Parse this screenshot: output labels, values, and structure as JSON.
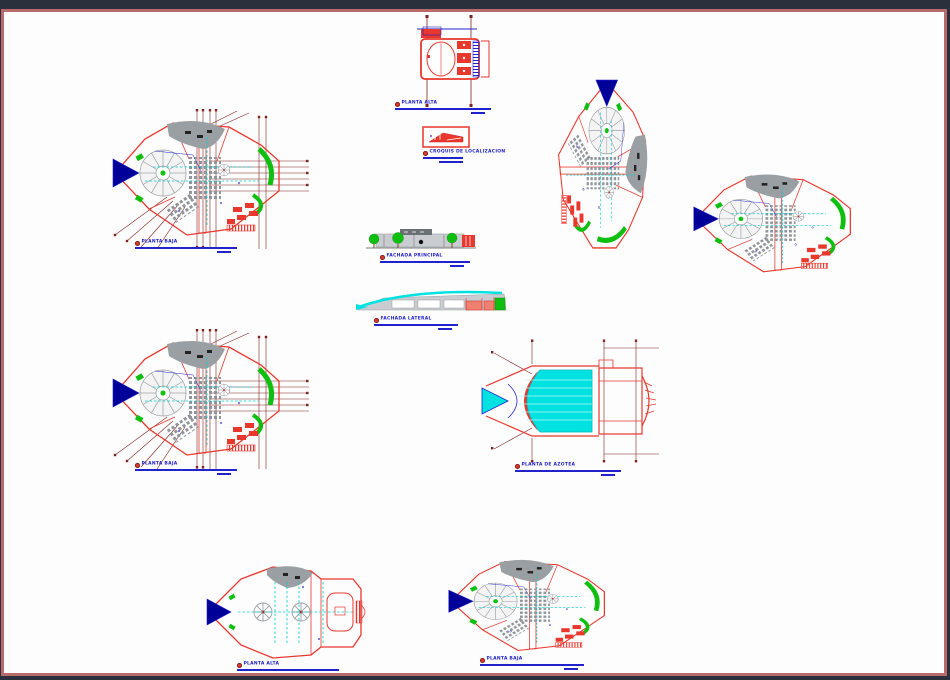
{
  "window": {
    "frame_color": "#2b313c",
    "border_color": "#b96a6a",
    "canvas_color": "#fdfdfd"
  },
  "palette": {
    "drawing_red": "#e8372d",
    "dimension_dark_red": "#7d2420",
    "annotation_blue": "#2222cc",
    "north_navy": "#000099",
    "cyan": "#00e2e2",
    "green": "#0fbf0f",
    "gray": "#9a9fa3"
  },
  "labels": {
    "planta_alta_top": "PLANTA ALTA",
    "croquis": "CROQUIS DE LOCALIZACION",
    "planta_baja_left_1": "PLANTA BAJA",
    "fachada_principal": "FACHADA PRINCIPAL",
    "fachada_lateral": "FACHADA LATERAL",
    "planta_baja_left_2": "PLANTA BAJA",
    "planta_azotea": "PLANTA DE AZOTEA",
    "planta_alta_bottom": "PLANTA ALTA",
    "planta_baja_bottom": "PLANTA BAJA"
  }
}
